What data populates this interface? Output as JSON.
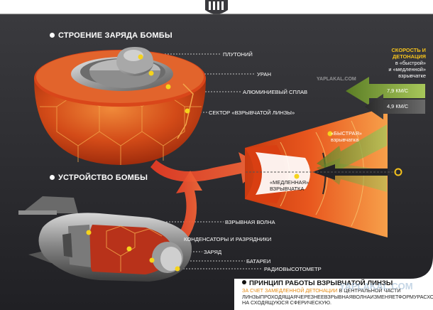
{
  "sections": {
    "structure_title": "СТРОЕНИЕ ЗАРЯДА БОМБЫ",
    "device_title": "УСТРОЙСТВО БОМБЫ"
  },
  "charge_labels": [
    "ПЛУТОНИЙ",
    "УРАН",
    "АЛЮМИНИЕВЫЙ СПЛАВ",
    "СЕКТОР «ВЗРЫВЧАТОЙ ЛИНЗЫ»"
  ],
  "bomb_labels": [
    "ВЗРЫВНАЯ ВОЛНА",
    "КОНДЕНСАТОРЫ И РАЗРЯДНИКИ",
    "ЗАРЯД",
    "БАТАРЕИ",
    "РАДИОВЫСОТОМЕТР"
  ],
  "speed": {
    "title_line1": "СКОРОСТЬ И",
    "title_line2": "ДЕТОНАЦИЯ",
    "line3": "в «быстрой»",
    "line4": "и «медленной»",
    "line5": "взрывчатке",
    "fast_value": "7,9 КМ/С",
    "slow_value": "4,9 КМ/С"
  },
  "lens": {
    "fast_line1": "«БЫСТРАЯ»",
    "fast_line2": "взрывчатка",
    "slow_line1": "«МЕДЛЕННАЯ»",
    "slow_line2": "ВЗРЫВЧАТКА"
  },
  "principle": {
    "title": "ПРИНЦИП РАБОТЫ ВЗРЫВЧАТОЙ ЛИНЗЫ",
    "highlight": "ЗА СЧЕТ ЗАМЕДЛЕННОЙ ДЕТОНАЦИИ",
    "text_rest": " В ЦЕНТРАЛЬНОЙ ЧАСТИ ЛИНЗЫПРОХОДЯЩАЯЧЕРЕЗНЕЕВЗРЫВНАЯВОЛНАИЗМЕНЯЕТФОРМУРАСХОДЯЩЕЙСЯ НА СХОДЯЩУЮСЯ СФЕРИЧЕСКУЮ."
  },
  "watermark": "YAPLAKAL.COM",
  "watermark_small": "YAPLAKAL.COM",
  "colors": {
    "background_dark": "#2c2c30",
    "accent_orange": "#e8571e",
    "highlight_yellow": "#f5c21c",
    "fast_arrow": "#7ca23a",
    "slow_arrow": "#4a4a4a"
  },
  "icons": [
    "bullet-dot-icon",
    "yellow-marker-icon",
    "wave-arrow-icon"
  ]
}
